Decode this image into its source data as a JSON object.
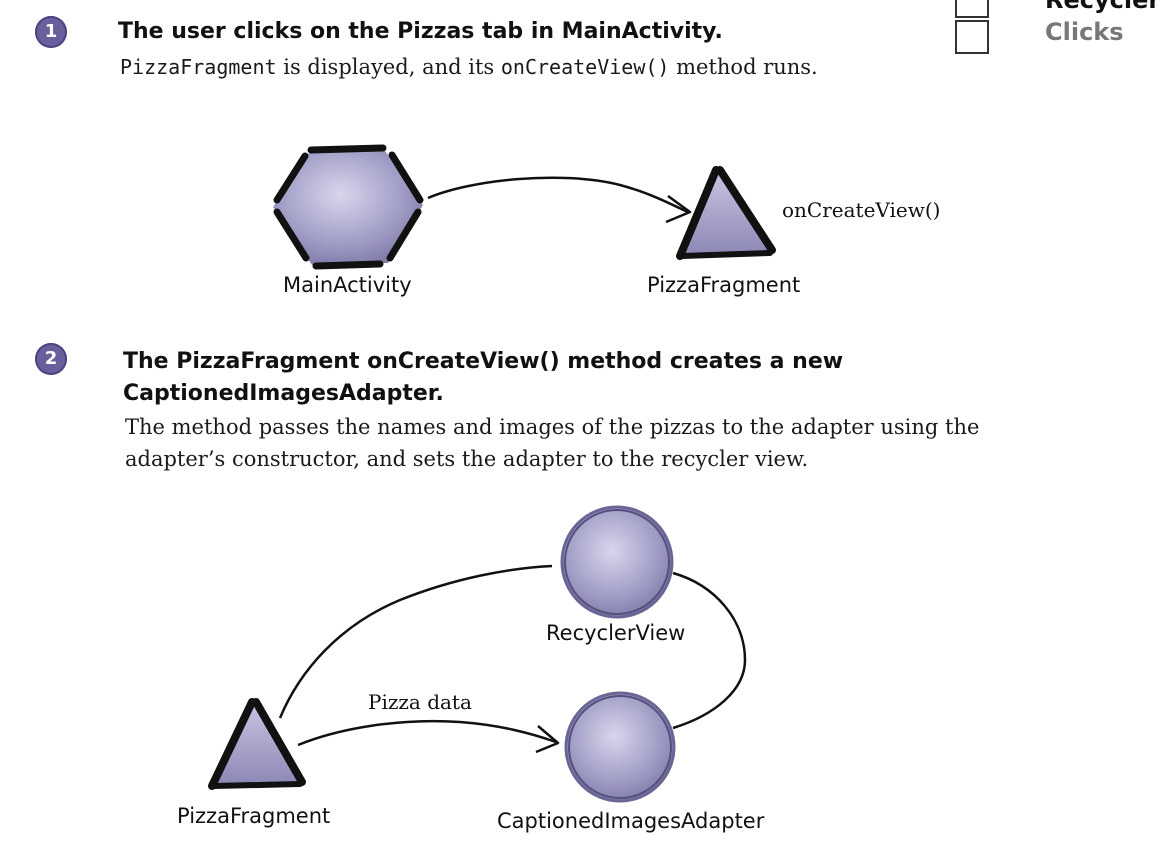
{
  "sidebar": {
    "item_top": "Recycler",
    "item_clicks": "Clicks",
    "colors": {
      "top": "#111111",
      "clicks": "#777777"
    }
  },
  "step1": {
    "number": "1",
    "heading": "The user clicks on the Pizzas tab in MainActivity.",
    "body_code_1": "PizzaFragment",
    "body_text_1": " is displayed, and its ",
    "body_code_2": "onCreateView()",
    "body_text_2": " method runs.",
    "nodes": {
      "main_activity": "MainActivity",
      "pizza_fragment": "PizzaFragment"
    },
    "arrow_label": "onCreateView()"
  },
  "step2": {
    "number": "2",
    "heading_line1": "The PizzaFragment onCreateView() method creates a new",
    "heading_line2": "CaptionedImagesAdapter.",
    "body_line1": "The method passes the names and images of the pizzas to the adapter using the",
    "body_line2": "adapter’s constructor, and sets the adapter to the recycler view.",
    "nodes": {
      "recycler_view": "RecyclerView",
      "pizza_fragment": "PizzaFragment",
      "captioned_images_adapter": "CaptionedImagesAdapter"
    },
    "arrow_label": "Pizza data"
  },
  "colors": {
    "badge": "#6a5f9c",
    "shape_fill": "#9a96c2",
    "shape_stroke": "#111111"
  }
}
